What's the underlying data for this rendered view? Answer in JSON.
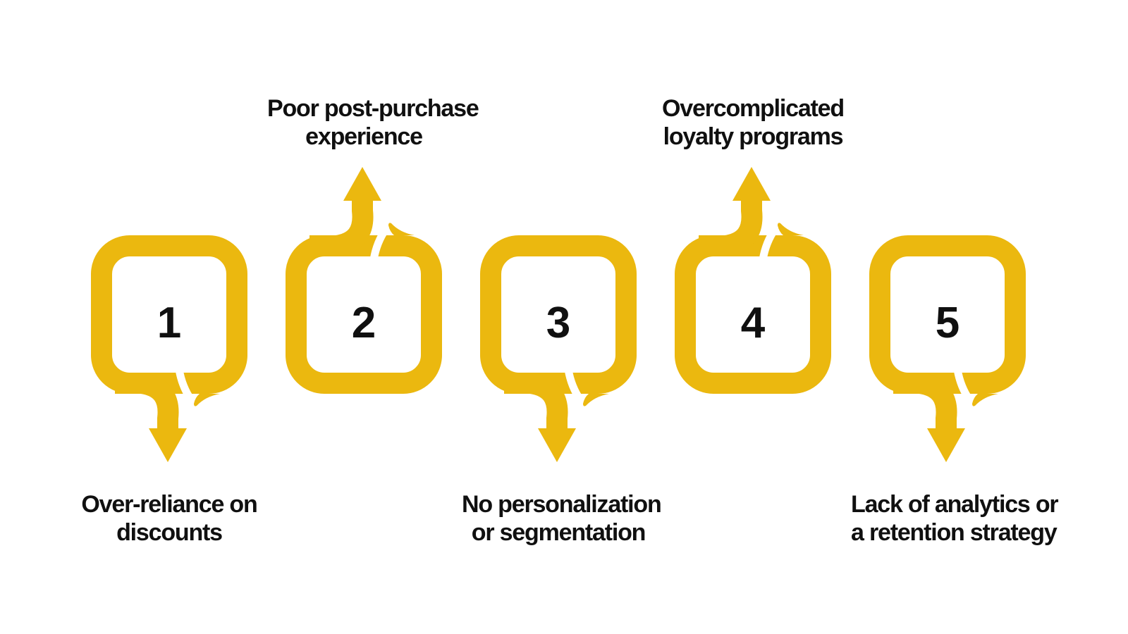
{
  "colors": {
    "accent": "#EBB80F",
    "text": "#101010",
    "background": "#FFFFFF"
  },
  "steps": [
    {
      "number": "1",
      "label_line1": "Over-reliance on",
      "label_line2": "discounts",
      "label_position": "bottom",
      "arrow_direction": "down"
    },
    {
      "number": "2",
      "label_line1": "Poor post-purchase",
      "label_line2": "experience",
      "label_position": "top",
      "arrow_direction": "up"
    },
    {
      "number": "3",
      "label_line1": "No personalization",
      "label_line2": "or segmentation",
      "label_position": "bottom",
      "arrow_direction": "down"
    },
    {
      "number": "4",
      "label_line1": "Overcomplicated",
      "label_line2": "loyalty programs",
      "label_position": "top",
      "arrow_direction": "up"
    },
    {
      "number": "5",
      "label_line1": "Lack of analytics or",
      "label_line2": "a retention strategy",
      "label_position": "bottom",
      "arrow_direction": "down"
    }
  ]
}
